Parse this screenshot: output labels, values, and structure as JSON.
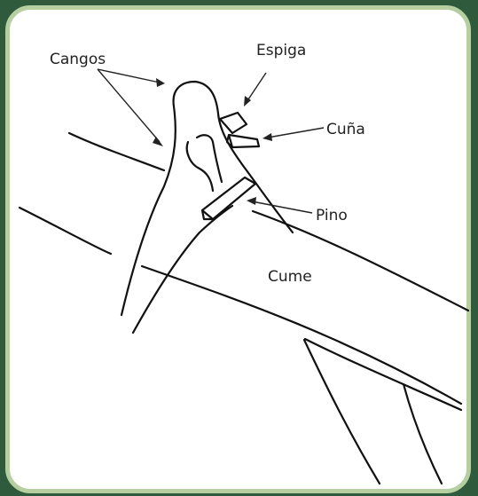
{
  "labels": {
    "cangos": "Cangos",
    "espiga": "Espiga",
    "cuna": "Cuña",
    "pino": "Pino",
    "cume": "Cume"
  },
  "colors": {
    "background": "#2f5a3c",
    "frame_border": "#b5cfa0",
    "panel": "#ffffff",
    "ink": "#111111"
  }
}
